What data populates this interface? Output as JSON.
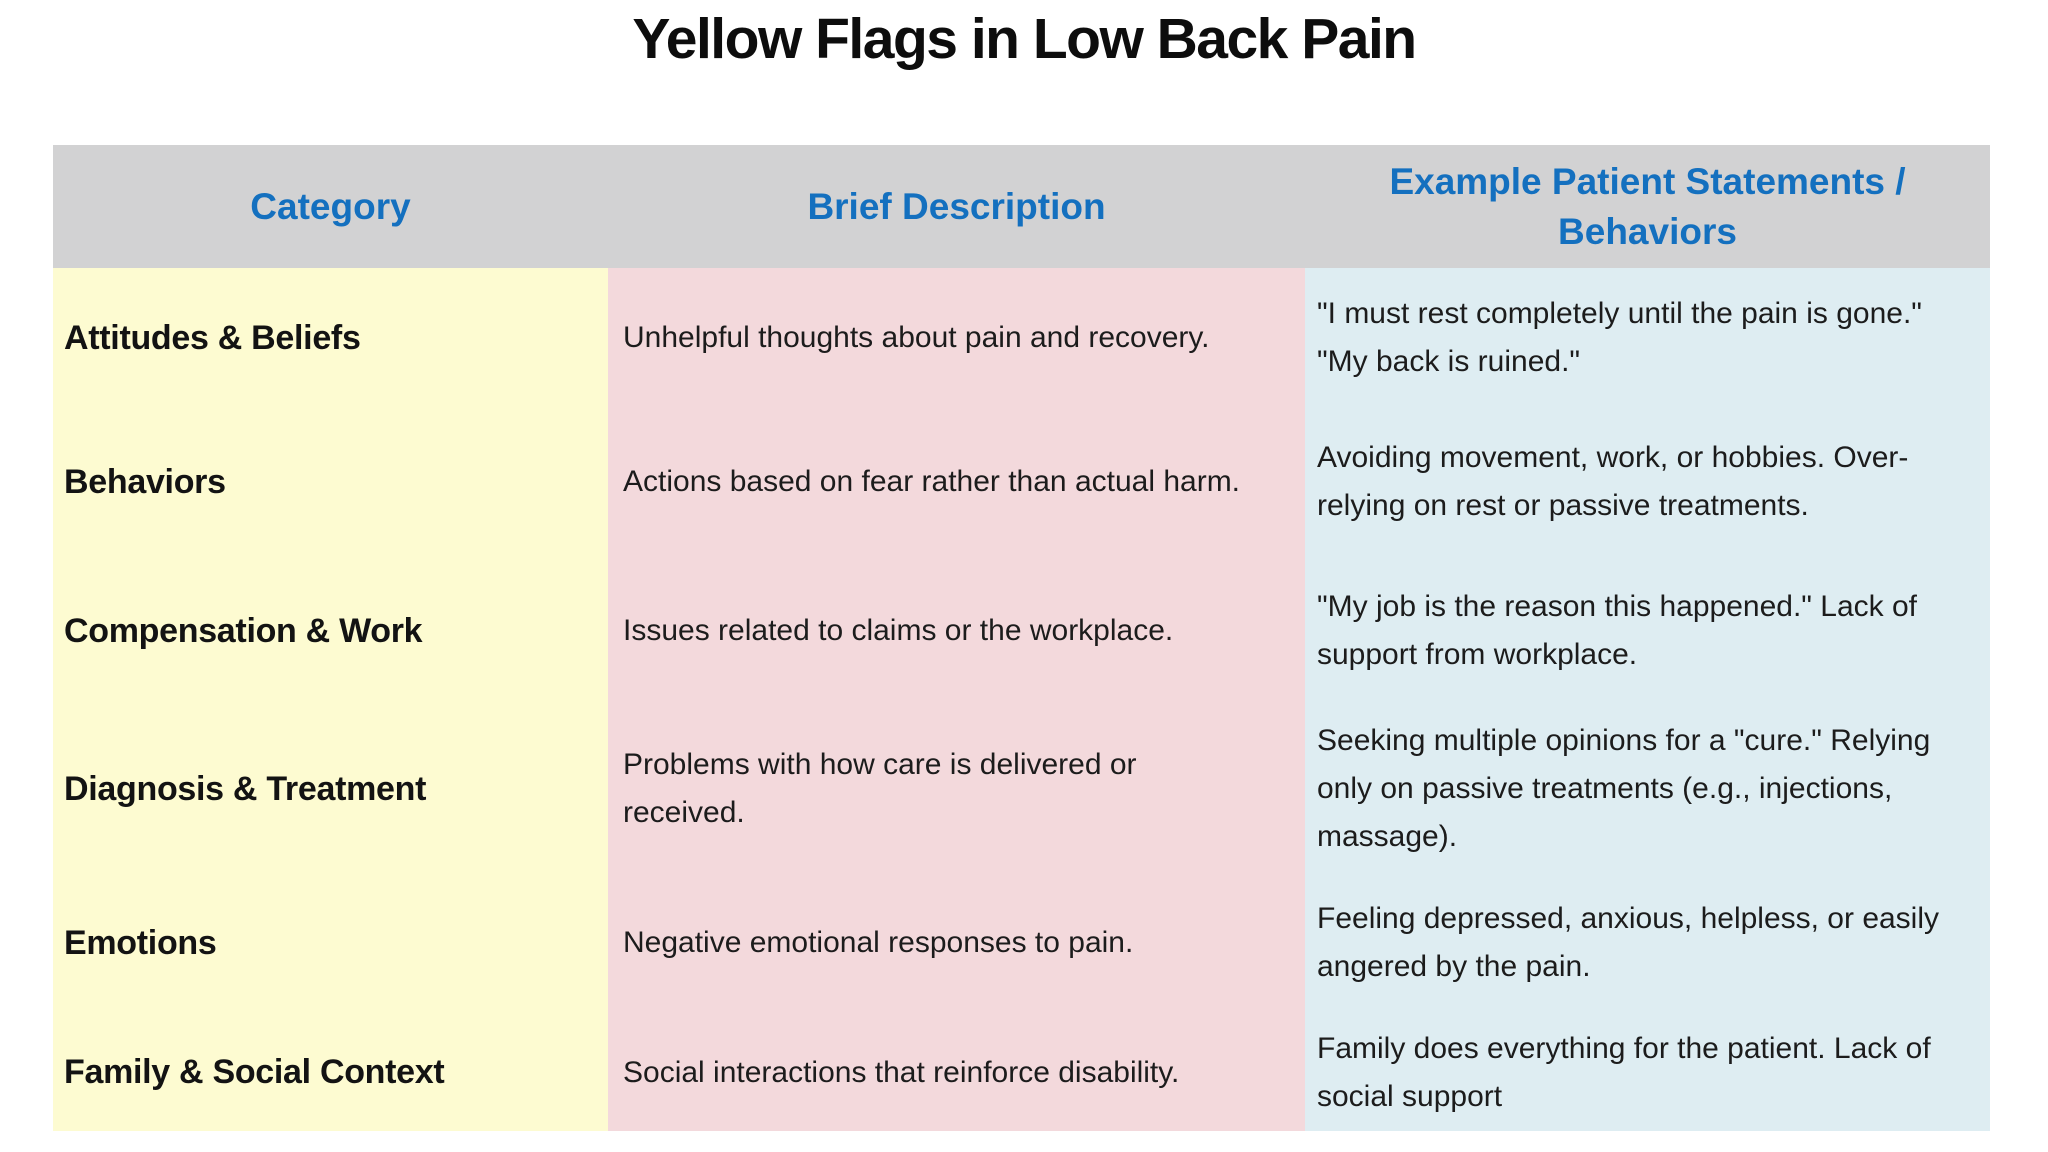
{
  "title": "Yellow Flags in Low Back Pain",
  "colors": {
    "header_background": "#d2d2d3",
    "header_text_blue": "#1470bf",
    "category_column_background": "#fdfbd1",
    "description_column_background": "#f3d9dc",
    "examples_column_background": "#deedf2",
    "title_text": "#0d0d0d",
    "body_text": "#1c1c1c"
  },
  "chart_data": {
    "type": "table",
    "title": "Yellow Flags in Low Back Pain",
    "columns": [
      "Category",
      "Brief Description",
      "Example Patient Statements / Behaviors"
    ],
    "rows": [
      [
        "Attitudes & Beliefs",
        "Unhelpful thoughts about pain and recovery.",
        "\"I must rest completely until the pain is gone.\" \"My back is ruined.\""
      ],
      [
        "Behaviors",
        "Actions based on fear rather than actual harm.",
        "Avoiding movement, work, or hobbies. Over-relying on rest or passive treatments."
      ],
      [
        "Compensation & Work",
        "Issues related to claims or the workplace.",
        "\"My job is the reason this happened.\" Lack of support from workplace."
      ],
      [
        "Diagnosis & Treatment",
        "Problems with how care is delivered or received.",
        "Seeking multiple opinions for a \"cure.\" Relying only on passive treatments (e.g., injections, massage)."
      ],
      [
        "Emotions",
        "Negative emotional responses to pain.",
        "Feeling depressed, anxious, helpless, or easily angered by the pain."
      ],
      [
        "Family & Social Context",
        "Social interactions that reinforce disability.",
        "Family does everything for the patient. Lack of social support"
      ]
    ]
  }
}
